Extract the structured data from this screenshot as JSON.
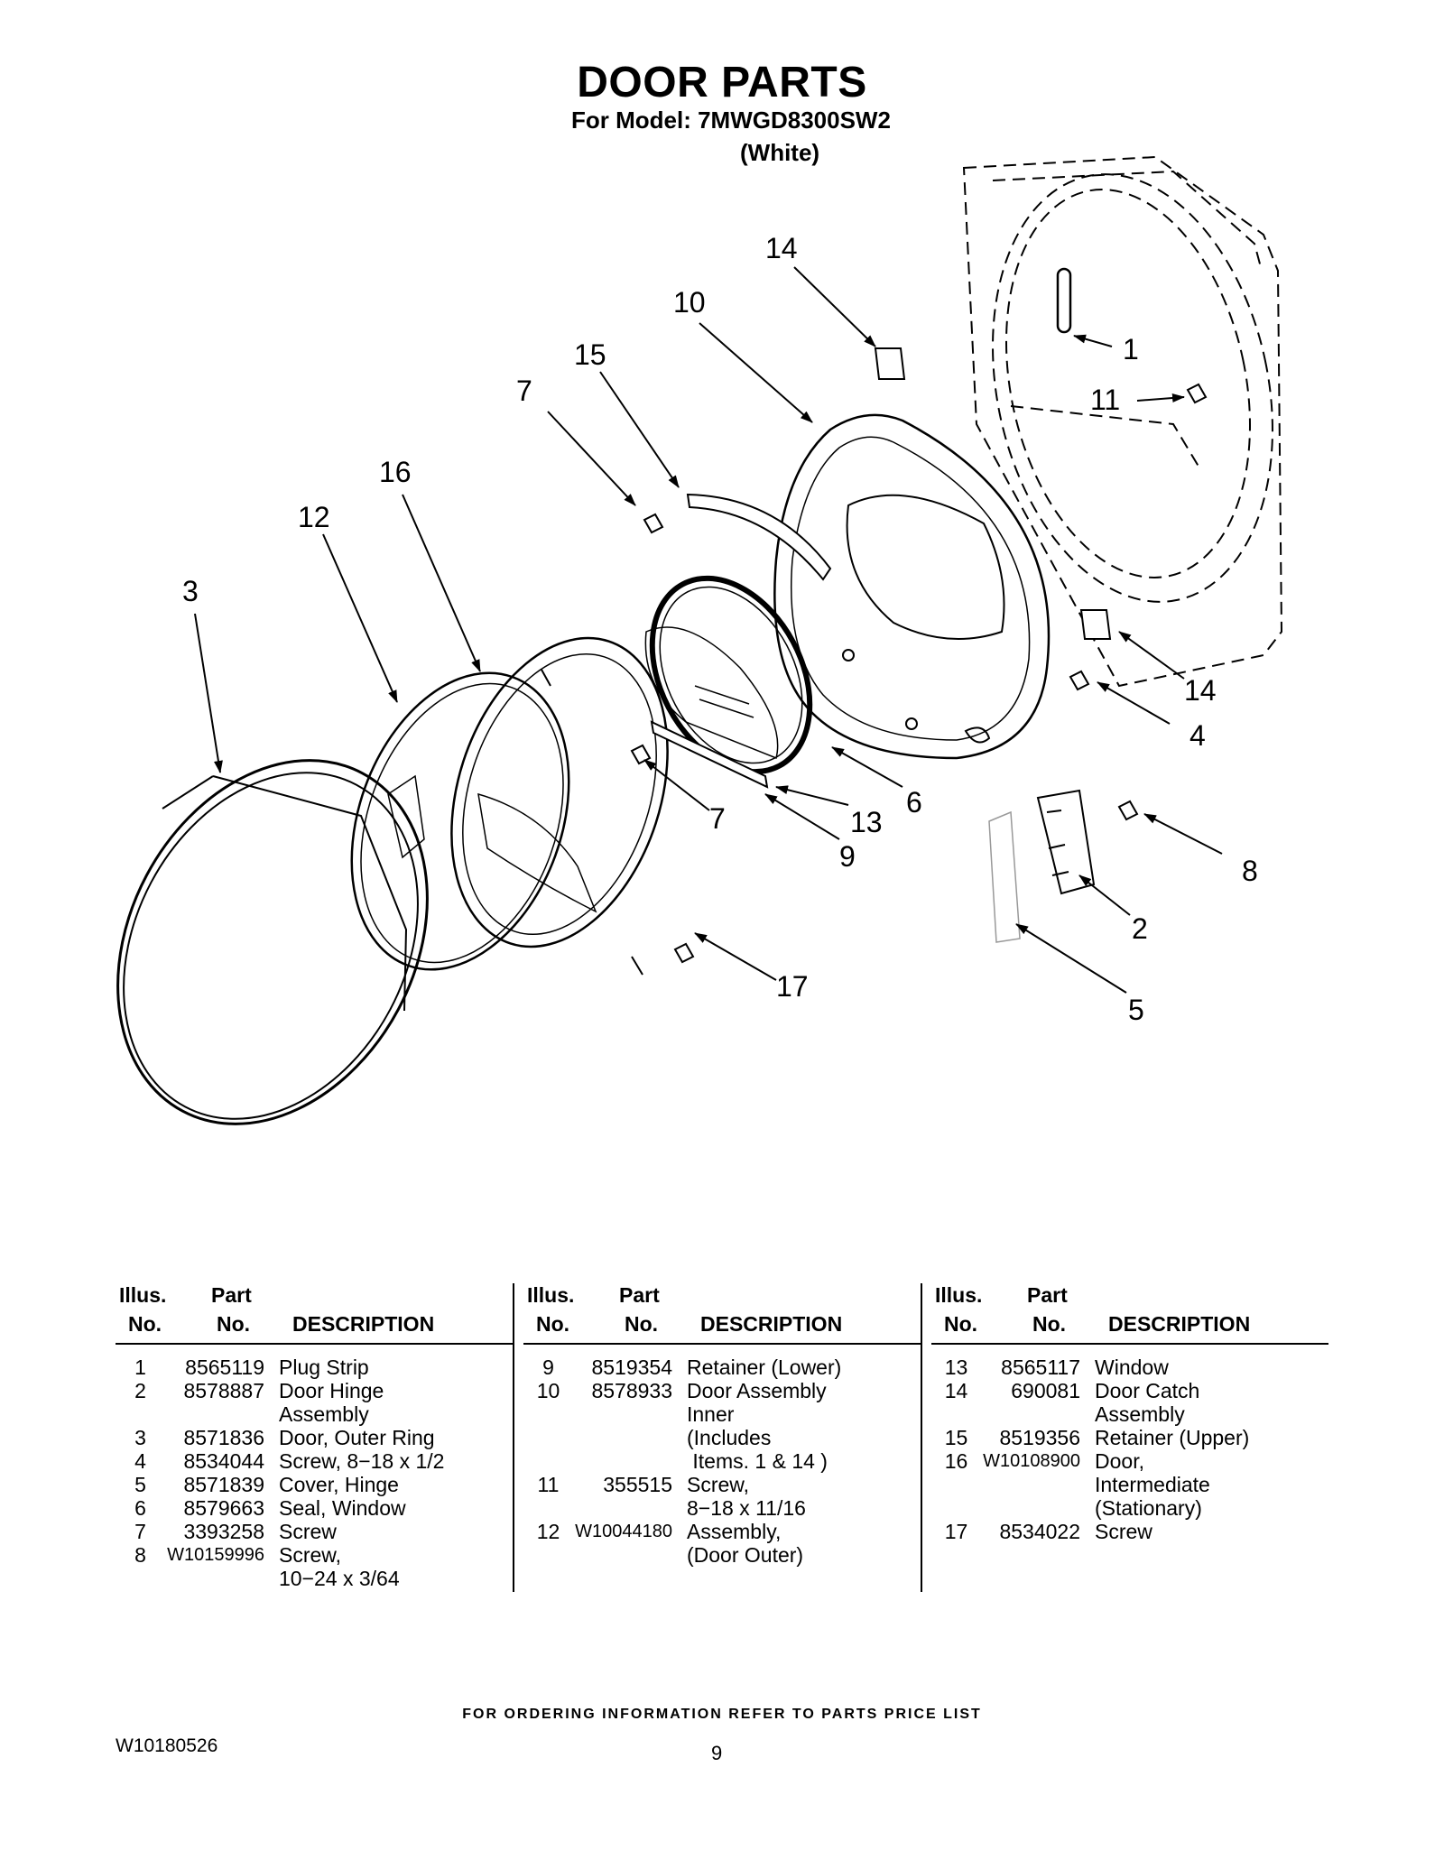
{
  "header": {
    "title": "DOOR PARTS",
    "model_line": "For Model: 7MWGD8300SW2",
    "variant": "(White)"
  },
  "diagram": {
    "callouts": [
      "14",
      "10",
      "15",
      "7",
      "16",
      "12",
      "3",
      "1",
      "11",
      "14",
      "4",
      "6",
      "13",
      "7",
      "9",
      "8",
      "2",
      "17",
      "5"
    ]
  },
  "table": {
    "headers": {
      "illus_line1": "Illus.",
      "illus_line2": "No.",
      "part_line1": "Part",
      "part_line2": "No.",
      "description": "DESCRIPTION"
    },
    "columns": [
      {
        "rows": [
          {
            "no": "1",
            "part": "8565119",
            "desc": "Plug Strip"
          },
          {
            "no": "2",
            "part": "8578887",
            "desc": "Door Hinge\nAssembly"
          },
          {
            "no": "3",
            "part": "8571836",
            "desc": "Door, Outer Ring"
          },
          {
            "no": "4",
            "part": "8534044",
            "desc": "Screw, 8−18 x 1/2"
          },
          {
            "no": "5",
            "part": "8571839",
            "desc": "Cover, Hinge"
          },
          {
            "no": "6",
            "part": "8579663",
            "desc": "Seal, Window"
          },
          {
            "no": "7",
            "part": "3393258",
            "desc": "Screw"
          },
          {
            "no": "8",
            "part": "W10159996",
            "desc": "Screw,\n10−24 x 3/64"
          }
        ]
      },
      {
        "rows": [
          {
            "no": "9",
            "part": "8519354",
            "desc": "Retainer (Lower)"
          },
          {
            "no": "10",
            "part": "8578933",
            "desc": "Door Assembly\nInner\n(Includes\n Items. 1 & 14 )"
          },
          {
            "no": "11",
            "part": "355515",
            "desc": "Screw,\n8−18 x 11/16"
          },
          {
            "no": "12",
            "part": "W10044180",
            "desc": "Assembly,\n(Door Outer)"
          }
        ]
      },
      {
        "rows": [
          {
            "no": "13",
            "part": "8565117",
            "desc": "Window"
          },
          {
            "no": "14",
            "part": "690081",
            "desc": "Door Catch\nAssembly"
          },
          {
            "no": "15",
            "part": "8519356",
            "desc": "Retainer (Upper)"
          },
          {
            "no": "16",
            "part": "W10108900",
            "desc": "Door,\nIntermediate\n(Stationary)"
          },
          {
            "no": "17",
            "part": "8534022",
            "desc": "Screw"
          }
        ]
      }
    ]
  },
  "footer": {
    "ordering_note": "FOR ORDERING INFORMATION REFER TO PARTS PRICE LIST",
    "doc_id": "W10180526",
    "page_number": "9"
  }
}
